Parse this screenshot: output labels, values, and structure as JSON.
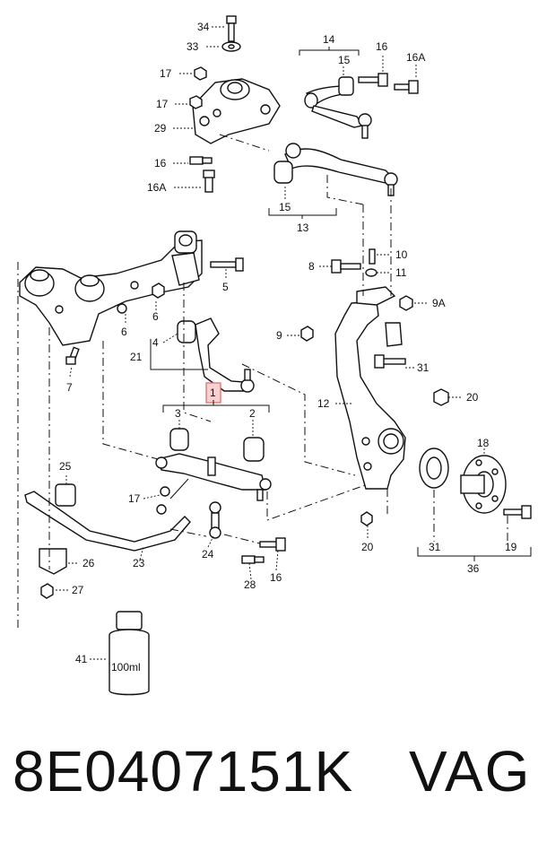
{
  "callouts": {
    "c34": "34",
    "c33": "33",
    "c17a": "17",
    "c17b": "17",
    "c29": "29",
    "c16a": "16",
    "c16Aa": "16A",
    "c14": "14",
    "c15a": "15",
    "c16b": "16",
    "c16Ab": "16A",
    "c15b": "15",
    "c13": "13",
    "c10": "10",
    "c8": "8",
    "c11": "11",
    "c5": "5",
    "c6a": "6",
    "c6b": "6",
    "c9A": "9A",
    "c4": "4",
    "c9": "9",
    "c21": "21",
    "c7": "7",
    "c31a": "31",
    "c1": "1",
    "c3": "3",
    "c2": "2",
    "c12": "12",
    "c20a": "20",
    "c18": "18",
    "c25": "25",
    "c17c": "17",
    "c24": "24",
    "c23": "23",
    "c26": "26",
    "c16c": "16",
    "c28": "28",
    "c27": "27",
    "c20b": "20",
    "c31b": "31",
    "c19": "19",
    "c36": "36",
    "c41": "41"
  },
  "bottle": {
    "label": "100ml"
  },
  "highlight_color": "#e07070",
  "footer": {
    "part_number": "8E0407151K",
    "brand": "VAG"
  }
}
